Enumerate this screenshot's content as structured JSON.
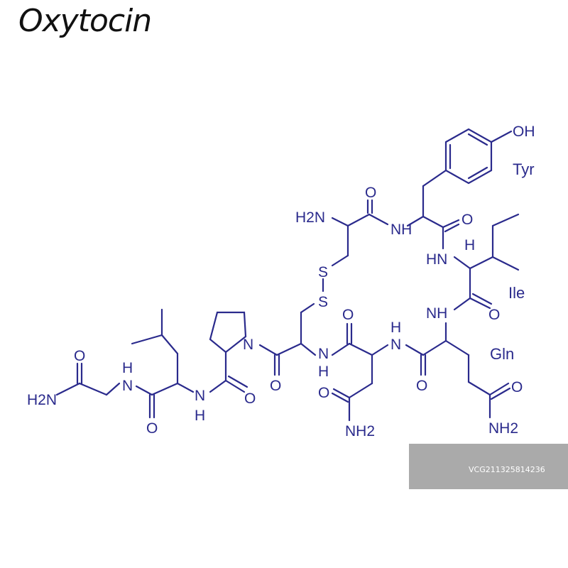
{
  "title": "Oxytocin",
  "colors": {
    "bond": "#2a2a8c",
    "title": "#111111",
    "watermark": "#9b9b9b"
  },
  "residues": {
    "tyr": "Tyr",
    "ile": "Ile",
    "gln": "Gln"
  },
  "atoms": {
    "oh": "OH",
    "h2n": "H2N",
    "o": "O",
    "nh": "NH",
    "hn": "HN",
    "n": "N",
    "h": "H",
    "s": "S",
    "nh2": "NH2"
  },
  "watermark": {
    "id": "VCG211325814236"
  }
}
